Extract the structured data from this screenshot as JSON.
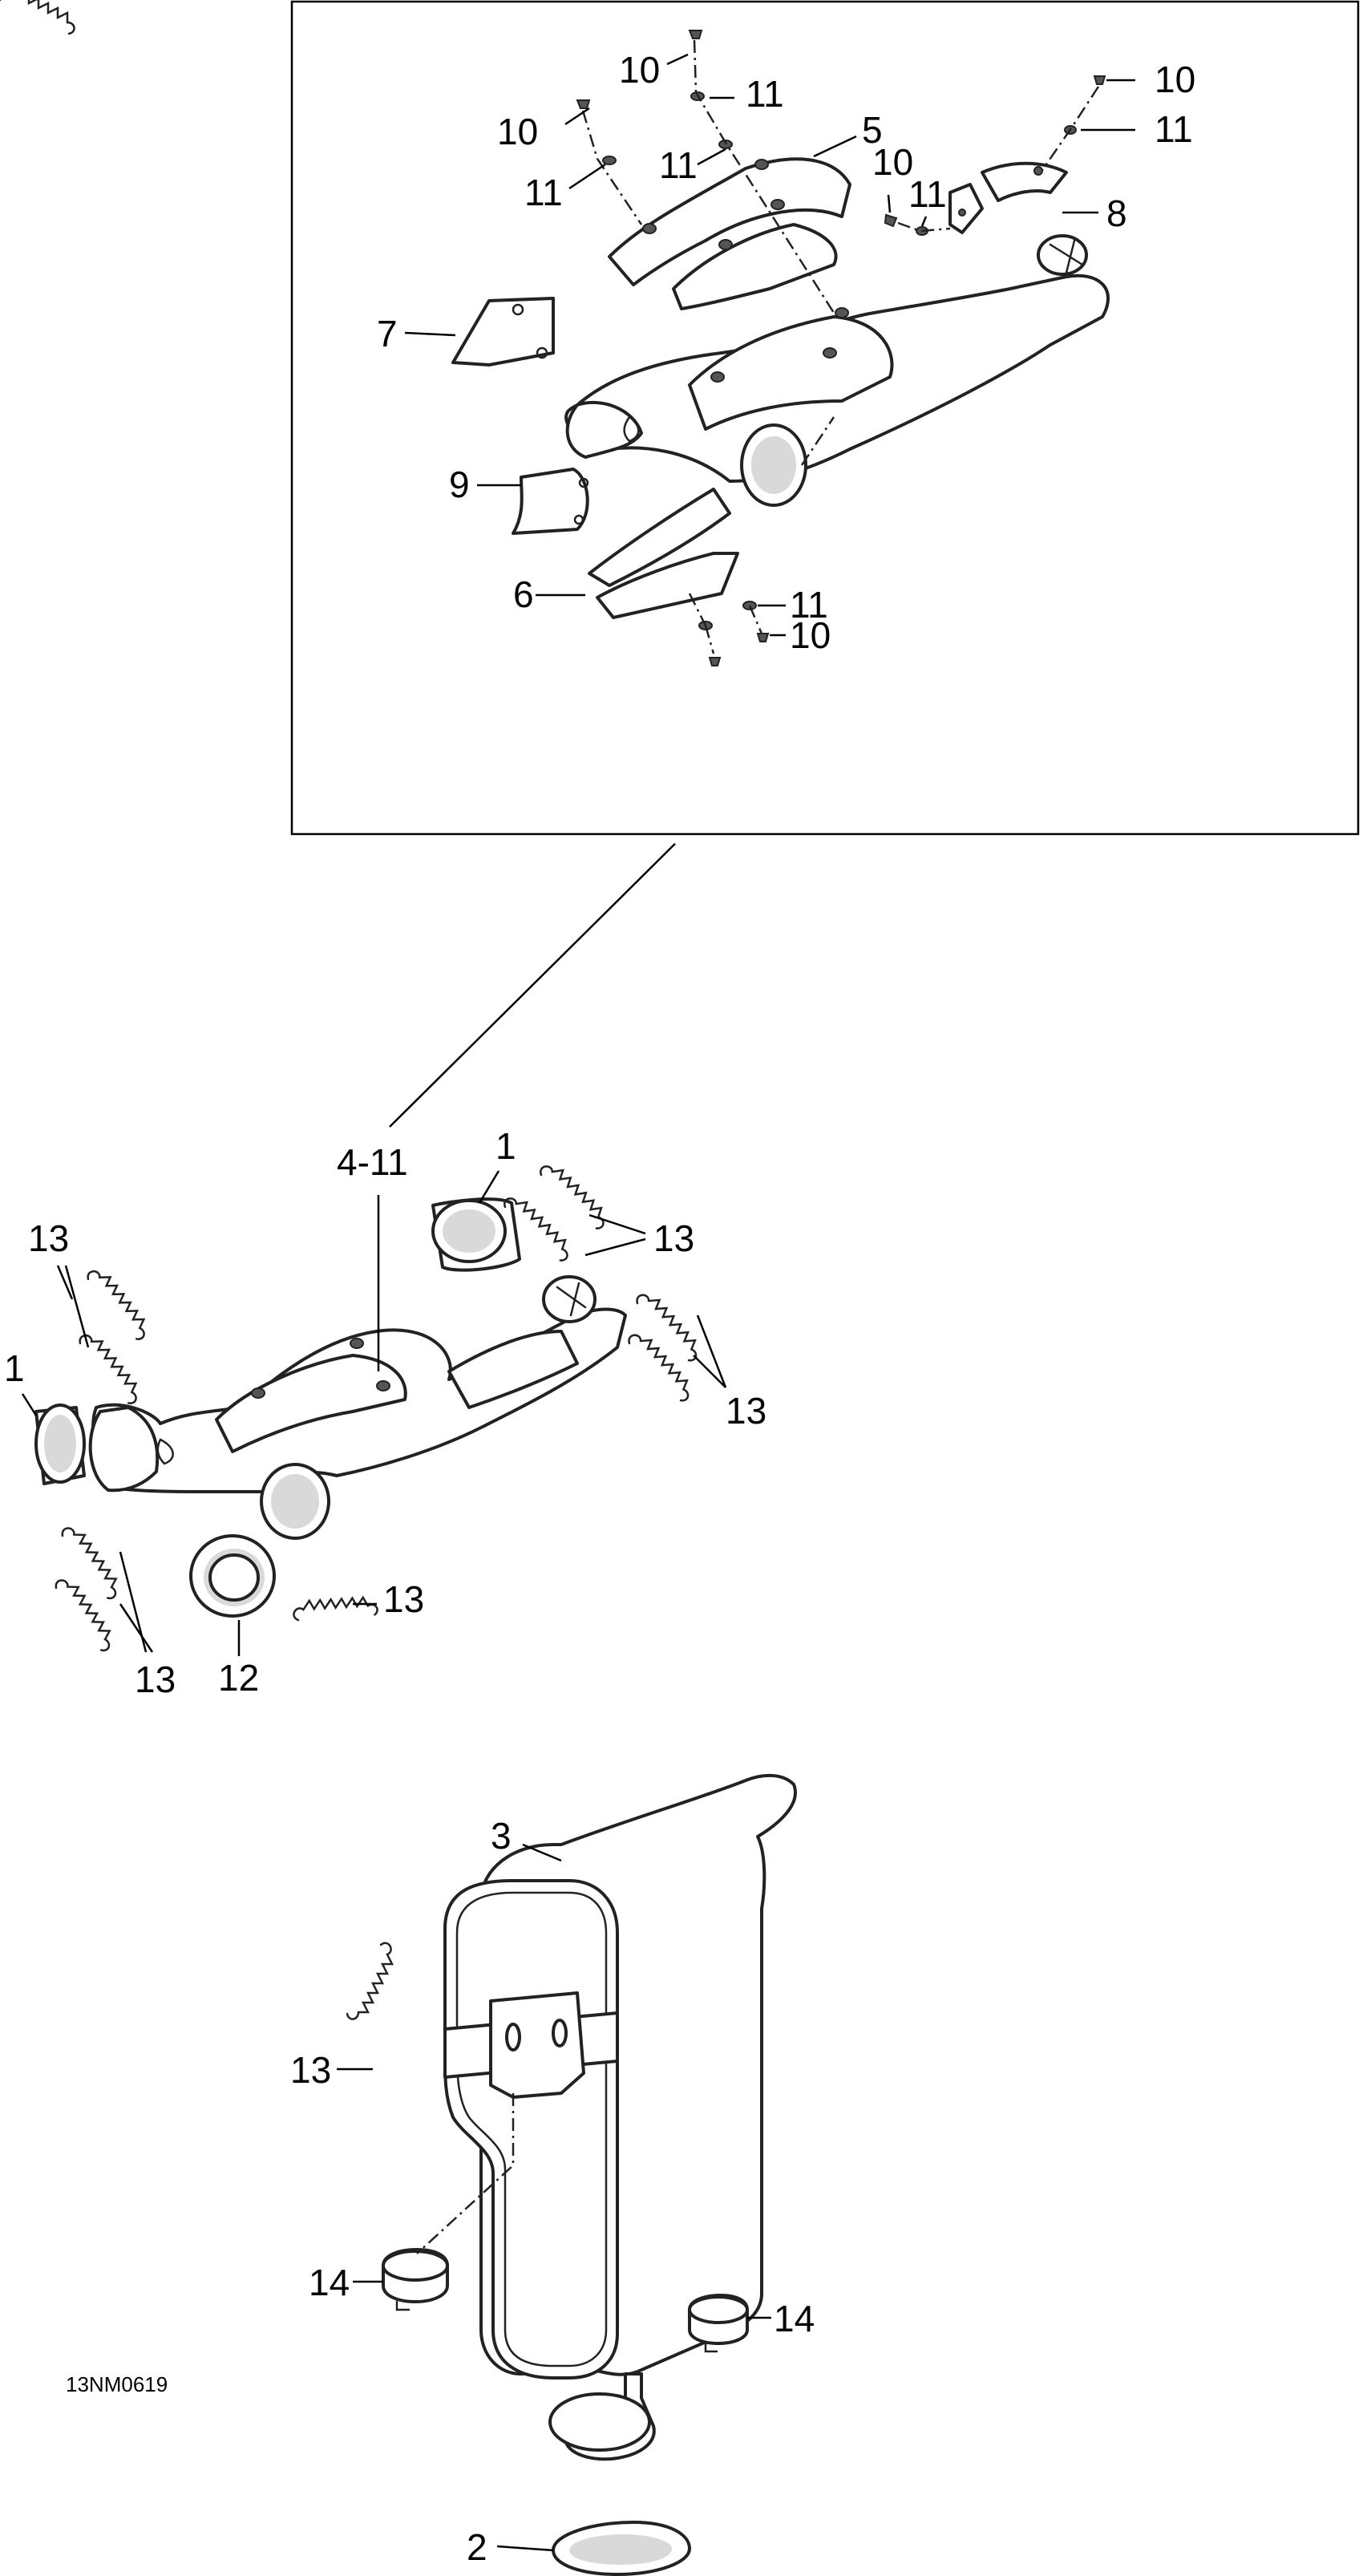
{
  "callouts": {
    "c10a": "10",
    "c11a": "11",
    "c10b": "10",
    "c11b": "11",
    "c11c": "11",
    "c5": "5",
    "c10c": "10",
    "c11d": "11",
    "c10d": "10",
    "c11e": "11",
    "c8": "8",
    "c7": "7",
    "c9": "9",
    "c6": "6",
    "c11f": "11",
    "c10e": "10",
    "c4_11": "4-11",
    "c1a": "1",
    "c13a": "13",
    "c13b": "13",
    "c1b": "1",
    "c13c": "13",
    "c13d": "13",
    "c13e": "13",
    "c12": "12",
    "c3": "3",
    "c13f": "13",
    "c14a": "14",
    "c14b": "14",
    "c2": "2"
  },
  "figure_code": "13NM0619"
}
